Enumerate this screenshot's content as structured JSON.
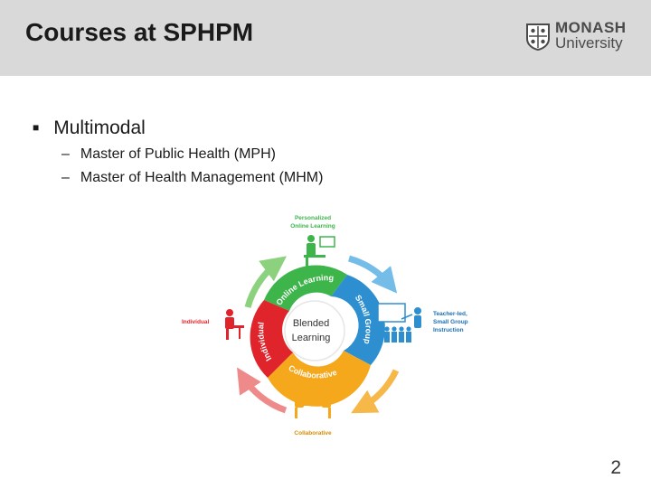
{
  "slide": {
    "title": "Courses at SPHPM",
    "page_number": "2"
  },
  "logo": {
    "line1": "MONASH",
    "line2": "University"
  },
  "bullets": {
    "main": "Multimodal",
    "sub": [
      "Master of Public Health (MPH)",
      "Master of Health Management (MHM)"
    ]
  },
  "diagram": {
    "center_line1": "Blended",
    "center_line2": "Learning",
    "ring_online": "Online Learning",
    "ring_small_group": "Small Group",
    "ring_collaborative": "Collaborative",
    "ring_individual": "Individual",
    "label_top_line1": "Personalized",
    "label_top_line2": "Online Learning",
    "label_right_line1": "Teacher-led,",
    "label_right_line2": "Small Group",
    "label_right_line3": "Instruction",
    "label_left": "Individual",
    "label_bottom": "Collaborative"
  },
  "colors": {
    "header_bg": "#d9d9d9",
    "green": "#3db54a",
    "blue": "#2e8fd0",
    "orange": "#f5a81c",
    "red": "#e0242b",
    "label_blue": "#1b6fb5"
  }
}
